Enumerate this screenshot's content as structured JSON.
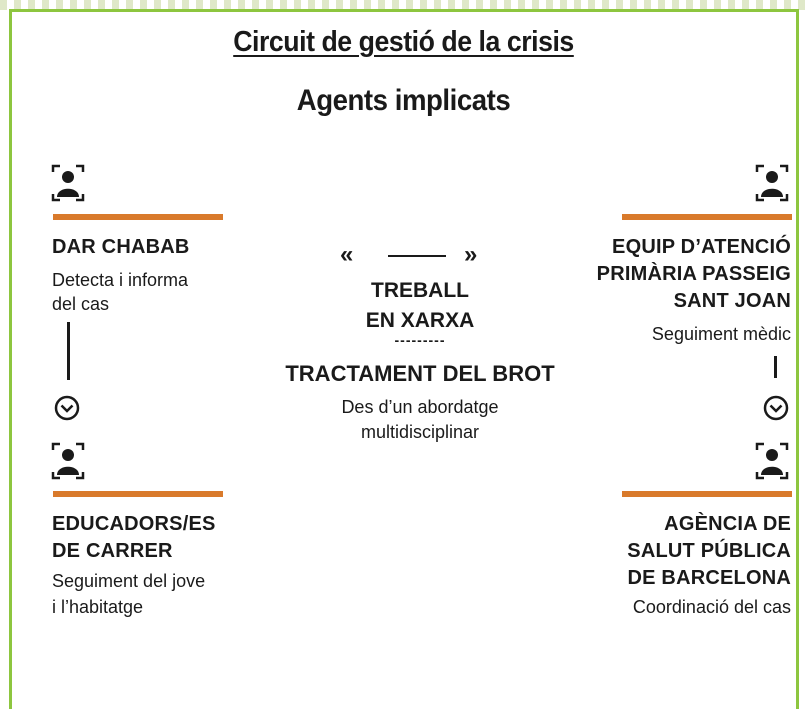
{
  "title": "Circuit de gestió de la crisis",
  "subtitle": "Agents implicats",
  "colors": {
    "frame": "#8dc63f",
    "rule": "#d97a2b",
    "text": "#1a1a1a"
  },
  "agents": {
    "top_left": {
      "icon": "person-icon",
      "name": "DAR CHABAB",
      "desc_lines": [
        "Detecta i informa",
        "del cas"
      ]
    },
    "bottom_left": {
      "icon": "person-icon",
      "name_lines": [
        "EDUCADORS/ES",
        "DE CARRER"
      ],
      "desc_lines": [
        "Seguiment del jove",
        "i l’habitatge"
      ]
    },
    "top_right": {
      "icon": "person-icon",
      "name_lines": [
        "EQUIP D’ATENCIÓ",
        "PRIMÀRIA PASSEIG",
        "SANT JOAN"
      ],
      "desc": "Seguiment mèdic"
    },
    "bottom_right": {
      "icon": "person-icon",
      "name_lines": [
        "AGÈNCIA DE",
        "SALUT PÚBLICA",
        "DE BARCELONA"
      ],
      "desc": "Coordinació del cas"
    }
  },
  "center": {
    "left_chevron": "«",
    "right_chevron": "»",
    "work_lines": [
      "TREBALL",
      "EN XARXA"
    ],
    "separator": "---------",
    "treatment": "TRACTAMENT DEL BROT",
    "approach_lines": [
      "Des d’un abordatge",
      "multidisciplinar"
    ]
  }
}
